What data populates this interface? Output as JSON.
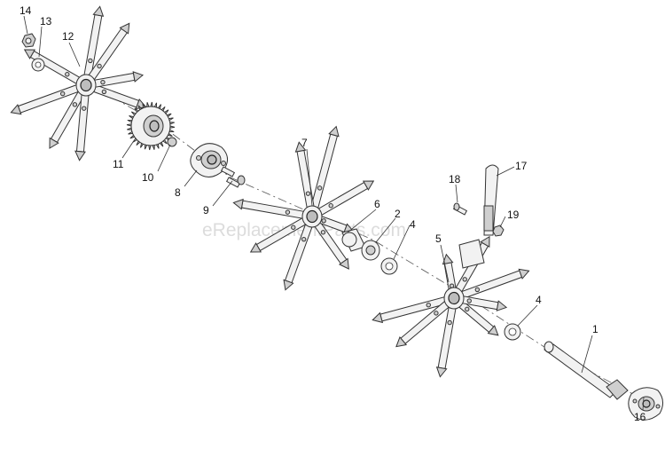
{
  "watermark": "eReplacementParts.com",
  "callouts": {
    "c1": "1",
    "c2": "2",
    "c4a": "4",
    "c4b": "4",
    "c5": "5",
    "c6": "6",
    "c7": "7",
    "c8": "8",
    "c9": "9",
    "c10": "10",
    "c11": "11",
    "c12": "12",
    "c13": "13",
    "c14": "14",
    "c16": "16",
    "c17": "17",
    "c18": "18",
    "c19": "19"
  }
}
